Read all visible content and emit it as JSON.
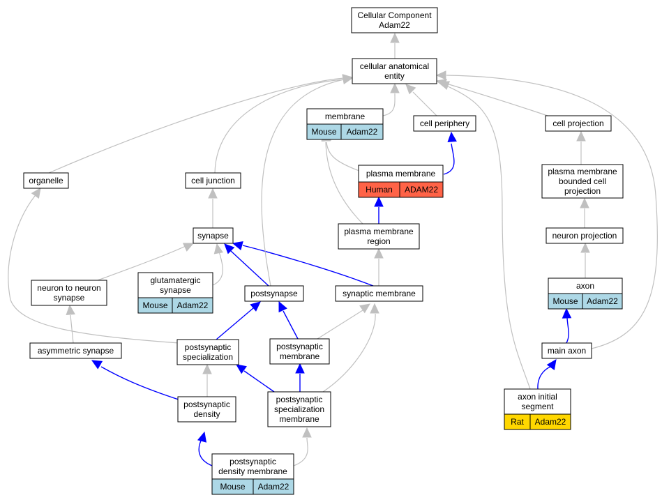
{
  "nodes": {
    "cellular_component": {
      "lines": [
        "Cellular Component",
        "Adam22"
      ]
    },
    "cellular_anatomical_entity": {
      "lines": [
        "cellular anatomical",
        "entity"
      ]
    },
    "membrane": {
      "lines": [
        "membrane"
      ],
      "species": "Mouse",
      "gene": "Adam22"
    },
    "cell_periphery": {
      "lines": [
        "cell periphery"
      ]
    },
    "cell_projection": {
      "lines": [
        "cell projection"
      ]
    },
    "organelle": {
      "lines": [
        "organelle"
      ]
    },
    "cell_junction": {
      "lines": [
        "cell junction"
      ]
    },
    "plasma_membrane": {
      "lines": [
        "plasma membrane"
      ],
      "species": "Human",
      "gene": "ADAM22"
    },
    "pm_bounded_cell_projection": {
      "lines": [
        "plasma membrane",
        "bounded cell",
        "projection"
      ]
    },
    "synapse": {
      "lines": [
        "synapse"
      ]
    },
    "plasma_membrane_region": {
      "lines": [
        "plasma membrane",
        "region"
      ]
    },
    "neuron_projection": {
      "lines": [
        "neuron projection"
      ]
    },
    "neuron_to_neuron_synapse": {
      "lines": [
        "neuron to neuron",
        "synapse"
      ]
    },
    "glutamatergic_synapse": {
      "lines": [
        "glutamatergic",
        "synapse"
      ],
      "species": "Mouse",
      "gene": "Adam22"
    },
    "postsynapse": {
      "lines": [
        "postsynapse"
      ]
    },
    "synaptic_membrane": {
      "lines": [
        "synaptic membrane"
      ]
    },
    "axon": {
      "lines": [
        "axon"
      ],
      "species": "Mouse",
      "gene": "Adam22"
    },
    "asymmetric_synapse": {
      "lines": [
        "asymmetric synapse"
      ]
    },
    "postsynaptic_specialization": {
      "lines": [
        "postsynaptic",
        "specialization"
      ]
    },
    "postsynaptic_membrane": {
      "lines": [
        "postsynaptic",
        "membrane"
      ]
    },
    "main_axon": {
      "lines": [
        "main axon"
      ]
    },
    "postsynaptic_density": {
      "lines": [
        "postsynaptic",
        "density"
      ]
    },
    "postsynaptic_specialization_membrane": {
      "lines": [
        "postsynaptic",
        "specialization",
        "membrane"
      ]
    },
    "axon_initial_segment": {
      "lines": [
        "axon initial",
        "segment"
      ],
      "species": "Rat",
      "gene": "Adam22"
    },
    "postsynaptic_density_membrane": {
      "lines": [
        "postsynaptic",
        "density membrane"
      ],
      "species": "Mouse",
      "gene": "Adam22"
    }
  },
  "species_colors": {
    "Mouse": "#add8e6",
    "Human": "#ff6347",
    "Rat": "#ffd700"
  },
  "edge_colors": {
    "is_a": "#c0c0c0",
    "part_of": "#0000ff"
  }
}
